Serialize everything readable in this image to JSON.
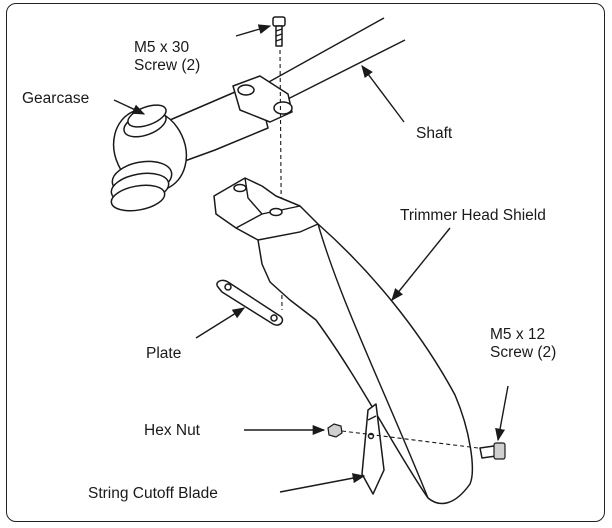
{
  "labels": {
    "screw_top_line1": "M5 x 30",
    "screw_top_line2": "Screw (2)",
    "gearcase": "Gearcase",
    "shaft": "Shaft",
    "trimmer_head_shield": "Trimmer Head Shield",
    "plate": "Plate",
    "screw_side_line1": "M5 x 12",
    "screw_side_line2": "Screw (2)",
    "hex_nut": "Hex Nut",
    "string_cutoff_blade": "String Cutoff Blade"
  },
  "colors": {
    "ink": "#1a1a1a",
    "shade": "#cfcfcf",
    "background": "#ffffff"
  }
}
